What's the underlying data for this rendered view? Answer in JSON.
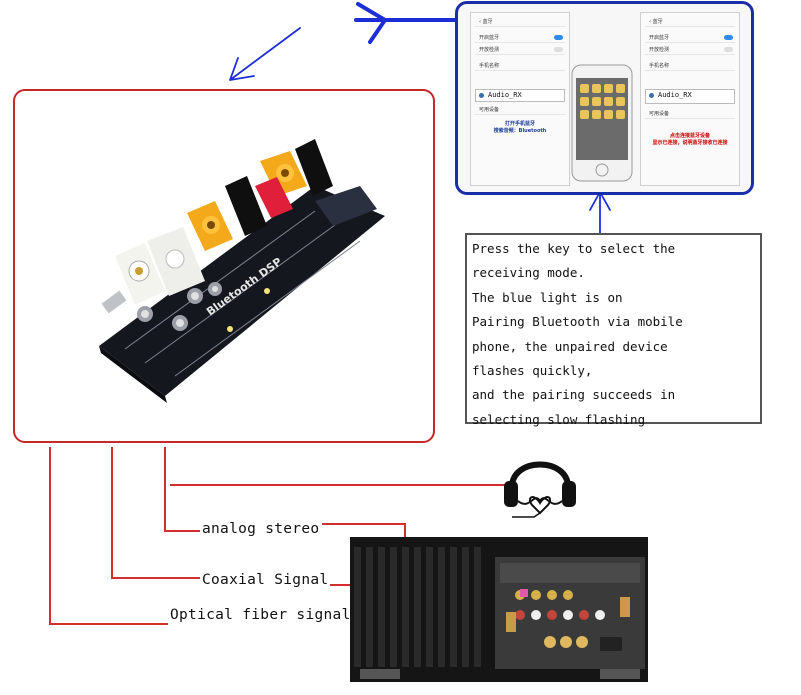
{
  "info_box": {
    "lines": [
      "Press the key to select the",
      "receiving mode.",
      "The blue light is on",
      "Pairing Bluetooth via mobile",
      "phone, the unpaired device",
      "flashes quickly,",
      "and the pairing succeeds in",
      "selecting slow flashing"
    ]
  },
  "signals": {
    "analog": "analog stereo",
    "coaxial": "Coaxial Signal",
    "optical": "Optical fiber signal"
  },
  "phone_screens": {
    "device_name": "Audio_RX",
    "board_label": "Bluetooth DSP"
  },
  "colors": {
    "frame_red": "#c62828",
    "wire_red": "#d32f2f",
    "panel_blue": "#1a2ea8",
    "arrow_blue": "#1c2fd6"
  },
  "icons": [
    "headphones-heart-icon",
    "arrow-left-icon",
    "arrow-down-left-icon",
    "arrow-up-icon"
  ]
}
